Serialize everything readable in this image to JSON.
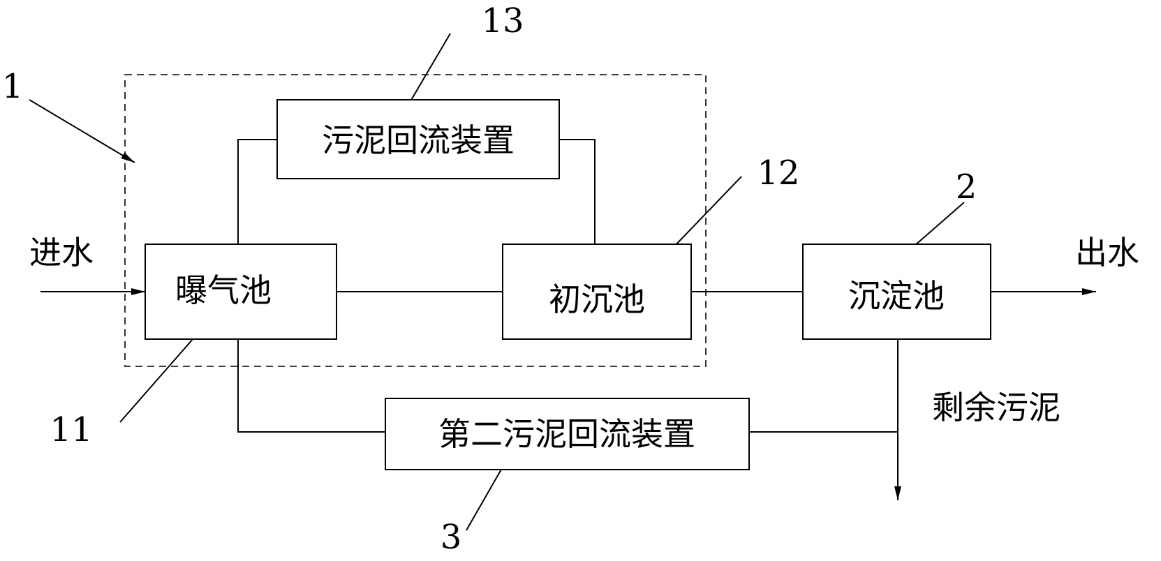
{
  "diagram": {
    "inlet_label": "进水",
    "outlet_label": "出水",
    "excess_sludge_label": "剩余污泥",
    "nodes": {
      "aeration_tank": "曝气池",
      "primary_clarifier": "初沉池",
      "sludge_return": "污泥回流装置",
      "settling_tank": "沉淀池",
      "second_sludge_return": "第二污泥回流装置"
    },
    "reference_numbers": {
      "system": "1",
      "aeration_tank": "11",
      "primary_clarifier": "12",
      "sludge_return": "13",
      "settling_tank": "2",
      "second_sludge_return": "3"
    }
  }
}
